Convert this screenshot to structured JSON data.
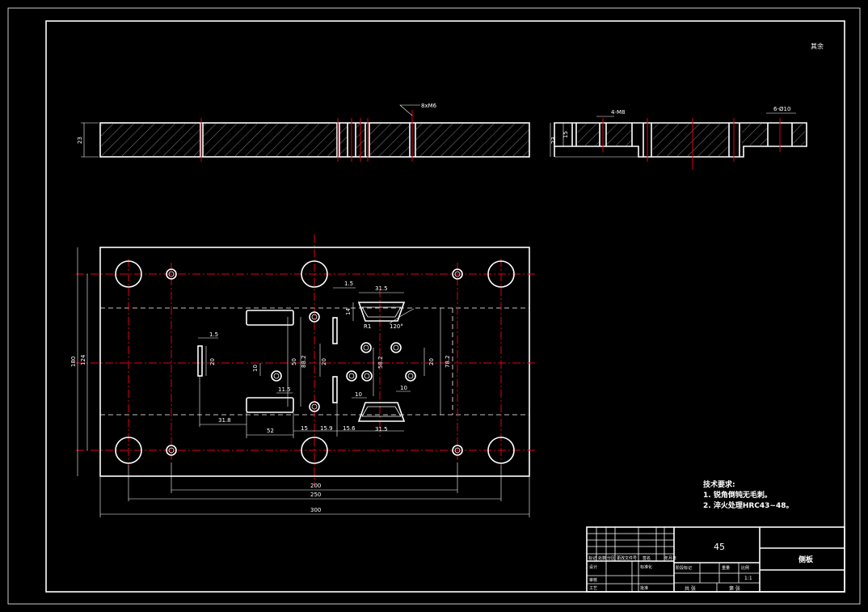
{
  "sheet": {
    "corner_note": "其余"
  },
  "dimensions": {
    "section1_height": "23",
    "section1_callout": "8xM6",
    "section2_height": "23",
    "section2_depth": "15",
    "section2_callout_a": "4-M8",
    "section2_callout_b": "6-Ø10",
    "overall_height": "180",
    "hole_pitch_y": "124",
    "slot_w_1": "1.5",
    "slot_h_1": "20",
    "slot_w_2": "1.5",
    "profile_w_top": "31.5",
    "profile_w_bot": "31.5",
    "fillet_r": "R1",
    "angle": "120°",
    "profile_h": "14",
    "d_50": "50",
    "d_88_2": "88.2",
    "d_20_a": "20",
    "d_58_2": "58.2",
    "d_20_b": "20",
    "d_78_2": "78.2",
    "d_10_a": "10",
    "d_11_5": "11.5",
    "d_10_b": "10",
    "d_10_c": "10",
    "d_31_8": "31.8",
    "d_52": "52",
    "d_15": "15",
    "d_15_9": "15.9",
    "d_15_6": "15.6",
    "width_200": "200",
    "width_250": "250",
    "width_300": "300"
  },
  "notes": {
    "title": "技术要求:",
    "line1": "1. 锐角倒钝无毛刺。",
    "line2": "2. 淬火处理HRC43~48。"
  },
  "title_block": {
    "material": "45",
    "part_name": "侧板",
    "row_labels": [
      "标记",
      "处数",
      "分区",
      "更改文件号",
      "签名",
      "年月日"
    ],
    "designer_label": "设计",
    "standard_label": "标准化",
    "review_label": "审核",
    "process_label": "工艺",
    "approve_label": "批准",
    "stage_label": "阶段标记",
    "weight_label": "重量",
    "scale_label": "比例",
    "scale_value": "1:1",
    "sheet_total": "共 张",
    "sheet_no": "第 张"
  }
}
